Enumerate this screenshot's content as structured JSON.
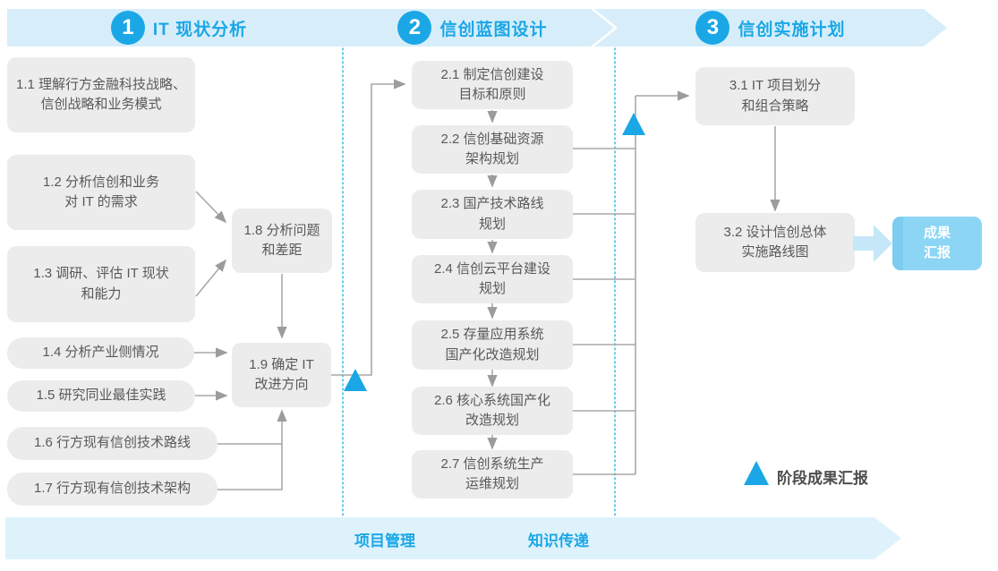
{
  "phases": [
    {
      "number": "1",
      "title": "IT 现状分析"
    },
    {
      "number": "2",
      "title": "信创蓝图设计"
    },
    {
      "number": "3",
      "title": "信创实施计划"
    }
  ],
  "phase1": {
    "boxes": [
      "1.1 理解行方金融科技战略、\n信创战略和业务模式",
      "1.2 分析信创和业务\n对 IT 的需求",
      "1.3 调研、评估 IT 现状\n和能力",
      "1.4 分析产业侧情况",
      "1.5 研究同业最佳实践",
      "1.6 行方现有信创技术路线",
      "1.7 行方现有信创技术架构",
      "1.8 分析问题\n和差距",
      "1.9 确定 IT\n改进方向"
    ]
  },
  "phase2": {
    "boxes": [
      "2.1 制定信创建设\n目标和原则",
      "2.2 信创基础资源\n架构规划",
      "2.3 国产技术路线\n规划",
      "2.4 信创云平台建设\n规划",
      "2.5 存量应用系统\n国产化改造规划",
      "2.6 核心系统国产化\n改造规划",
      "2.7 信创系统生产\n运维规划"
    ]
  },
  "phase3": {
    "boxes": [
      "3.1 IT 项目划分\n和组合策略",
      "3.2 设计信创总体\n实施路线图"
    ]
  },
  "outcome": {
    "label": "成果\n汇报"
  },
  "legend": {
    "label": "阶段成果汇报"
  },
  "footer": {
    "items": [
      "项目管理",
      "知识传递"
    ]
  },
  "colors": {
    "accent_blue": "#1ba7e6",
    "banner_light_blue": "#d7eefa",
    "footer_light_blue": "#def2fc",
    "box_gray": "#ececec",
    "box_text_gray": "#58595b",
    "line_gray": "#a8a8a8",
    "outcome_fill": "#8dd5f4",
    "outcome_strip": "#7ccdf0",
    "outcome_arrow": "#c6e7f8",
    "dotted_divider": "#3fb9e6"
  }
}
